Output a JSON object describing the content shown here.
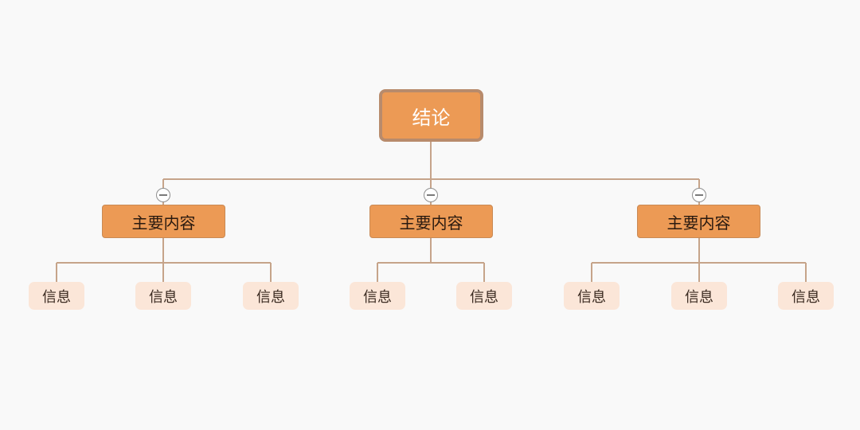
{
  "root": {
    "label": "结论"
  },
  "branches": [
    {
      "label": "主要内容",
      "children": [
        "信息",
        "信息",
        "信息"
      ]
    },
    {
      "label": "主要内容",
      "children": [
        "信息",
        "信息"
      ]
    },
    {
      "label": "主要内容",
      "children": [
        "信息",
        "信息",
        "信息"
      ]
    }
  ],
  "colors": {
    "background": "#f9f9f9",
    "node_fill": "#ec9a55",
    "root_border": "#b88b6c",
    "leaf_fill": "#fbe6d8",
    "connector": "#c6a48a"
  }
}
